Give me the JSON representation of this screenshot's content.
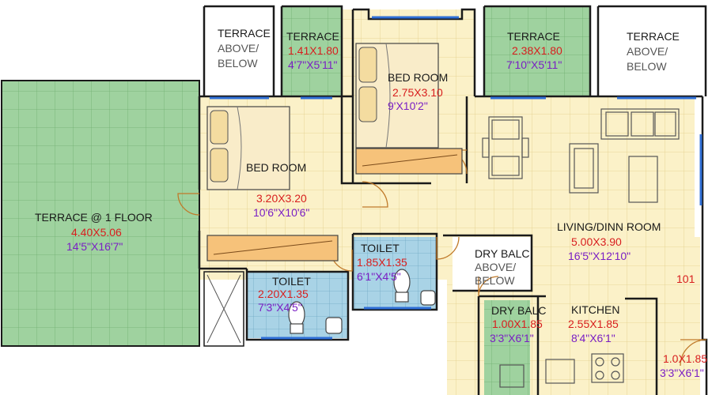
{
  "colors": {
    "tile": "#fbf1c8",
    "tile_grid": "#e2cf8a",
    "terrace_green": "#9fd29f",
    "terrace_grid": "#6fae6f",
    "bath_blue": "#a9d3e6",
    "bath_grid": "#6fa9c4",
    "wall": "#1a1a1a",
    "window": "#2f6fd6",
    "furniture_bed": "#f9ecc9",
    "wardrobe": "#f6c27a",
    "dimension_metric": "#d81e1e",
    "dimension_imperial": "#7a1fc4"
  },
  "rooms": {
    "terrace_left": {
      "name": "TERRACE",
      "sub1": "ABOVE/",
      "sub2": "BELOW"
    },
    "terrace_small": {
      "name": "TERRACE",
      "dim_m": "1.41X1.80",
      "dim_ft": "4'7\"X5'11\""
    },
    "bedroom_top": {
      "name": "BED ROOM",
      "dim_m": "2.75X3.10",
      "dim_ft": "9'X10'2\""
    },
    "terrace_mid": {
      "name": "TERRACE",
      "dim_m": "2.38X1.80",
      "dim_ft": "7'10\"X5'11\""
    },
    "terrace_right": {
      "name": "TERRACE",
      "sub1": "ABOVE/",
      "sub2": "BELOW"
    },
    "bedroom_main": {
      "name": "BED ROOM",
      "dim_m": "3.20X3.20",
      "dim_ft": "10'6\"X10'6\""
    },
    "terrace_floor": {
      "name": "TERRACE @ 1 FLOOR",
      "dim_m": "4.40X5.06",
      "dim_ft": "14'5\"X16'7\""
    },
    "living": {
      "name": "LIVING/DINN ROOM",
      "dim_m": "5.00X3.90",
      "dim_ft": "16'5\"X12'10\""
    },
    "toilet_right": {
      "name": "TOILET",
      "dim_m": "1.85X1.35",
      "dim_ft": "6'1\"X4'5\""
    },
    "toilet_left": {
      "name": "TOILET",
      "dim_m": "2.20X1.35",
      "dim_ft": "7'3\"X4'5\""
    },
    "drybalc_above": {
      "name": "DRY BALC",
      "sub1": "ABOVE/",
      "sub2": "BELOW"
    },
    "drybalc": {
      "name": "DRY BALC",
      "dim_m": "1.00X1.85",
      "dim_ft": "3'3\"X6'1\""
    },
    "kitchen": {
      "name": "KITCHEN",
      "dim_m": "2.55X1.85",
      "dim_ft": "8'4\"X6'1\""
    },
    "utility": {
      "dim_m": "1.0X1.85",
      "dim_ft": "3'3\"X6'1\""
    }
  },
  "unit_number": "101"
}
